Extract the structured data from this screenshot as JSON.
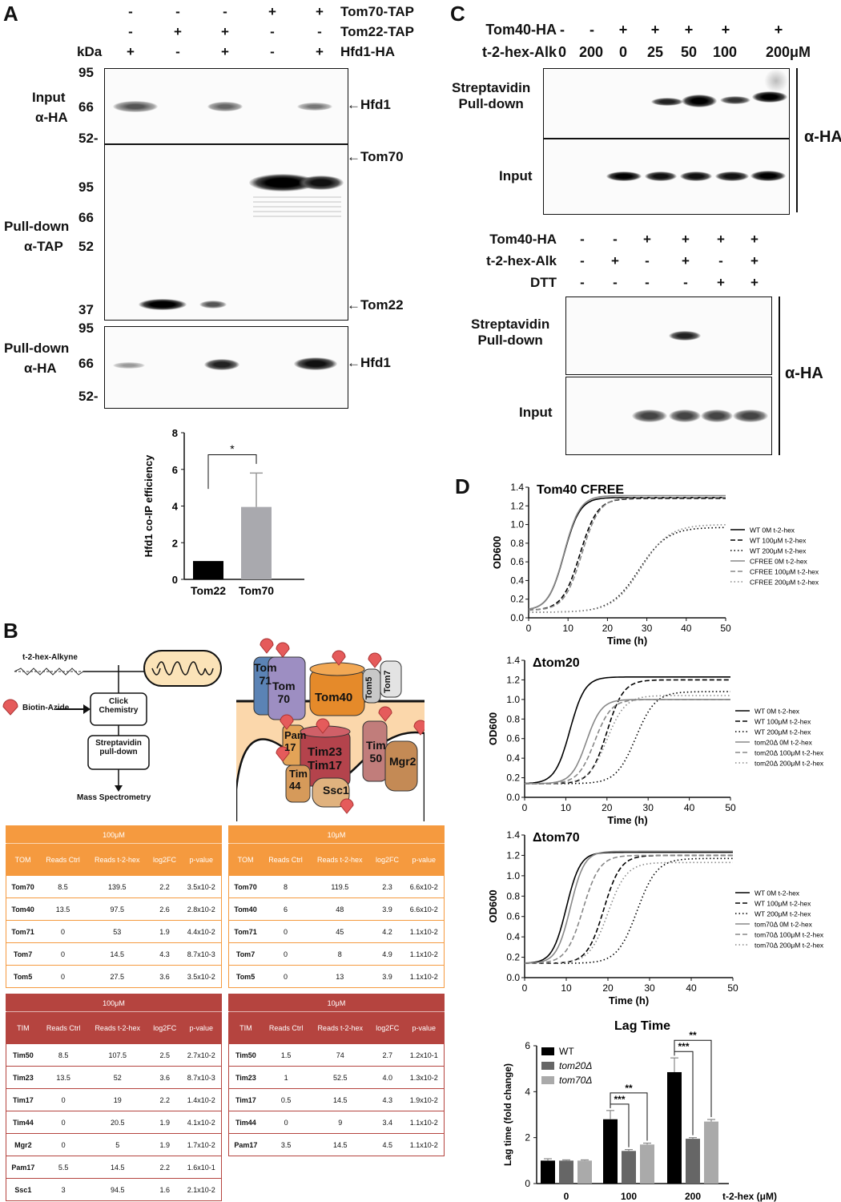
{
  "panels": {
    "a": "A",
    "b": "B",
    "c": "C",
    "d": "D"
  },
  "panelA": {
    "conditions": [
      {
        "name": "Tom70-TAP",
        "values": [
          "-",
          "-",
          "-",
          "+",
          "+"
        ]
      },
      {
        "name": "Tom22-TAP",
        "values": [
          "-",
          "+",
          "+",
          "-",
          "-"
        ]
      },
      {
        "name": "Hfd1-HA",
        "values": [
          "+",
          "-",
          "+",
          "-",
          "+"
        ]
      }
    ],
    "kda": "kDa",
    "blot1": {
      "label1": "Input",
      "label2": "α-HA",
      "markers": [
        "95",
        "66",
        "52-"
      ],
      "arrow": "Hfd1"
    },
    "blot2": {
      "label1": "Pull-down",
      "label2": "α-TAP",
      "markers": [
        "95",
        "66",
        "52",
        "37"
      ],
      "arrows": [
        "Tom70",
        "Tom22"
      ]
    },
    "blot3": {
      "label1": "Pull-down",
      "label2": "α-HA",
      "markers": [
        "95",
        "66",
        "52-"
      ],
      "arrow": "Hfd1"
    },
    "sig": "*"
  },
  "chart_data": [
    {
      "type": "bar",
      "ylabel": "Hfd1 co-IP efficiency",
      "categories": [
        "Tom22",
        "Tom70"
      ],
      "values": [
        1,
        3.95
      ],
      "errors": [
        0,
        1.85
      ],
      "ylim": [
        0,
        8
      ],
      "yticks": [
        "0",
        "2",
        "4",
        "6",
        "8"
      ],
      "colors": [
        "#000000",
        "#a9a9ae"
      ]
    },
    {
      "type": "line",
      "title": "Tom40 CFREE",
      "xlabel": "Time (h)",
      "ylabel": "OD600",
      "xlim": [
        0,
        50
      ],
      "ylim": [
        0,
        1.4
      ],
      "xticks": [
        "0",
        "10",
        "20",
        "30",
        "40",
        "50"
      ],
      "yticks": [
        "0.0",
        "0.2",
        "0.4",
        "0.6",
        "0.8",
        "1.0",
        "1.2",
        "1.4"
      ],
      "series": [
        {
          "name": "WT 0M t-2-hex",
          "color": "#000",
          "dash": "",
          "lag": 9,
          "max": 1.29,
          "y0": 0.08,
          "k": 0.5
        },
        {
          "name": "WT 100μM t-2-hex",
          "color": "#000",
          "dash": "6,3",
          "lag": 13,
          "max": 1.28,
          "y0": 0.08,
          "k": 0.45
        },
        {
          "name": "WT 200μM t-2-hex",
          "color": "#000",
          "dash": "1.5,3",
          "lag": 28,
          "max": 0.97,
          "y0": 0.06,
          "k": 0.28
        },
        {
          "name": "CFREE 0M t-2-hex",
          "color": "#888",
          "dash": "",
          "lag": 9,
          "max": 1.31,
          "y0": 0.08,
          "k": 0.5
        },
        {
          "name": "CFREE 100μM t-2-hex",
          "color": "#888",
          "dash": "6,3",
          "lag": 13.5,
          "max": 1.29,
          "y0": 0.08,
          "k": 0.45
        },
        {
          "name": "CFREE 200μM t-2-hex",
          "color": "#888",
          "dash": "1.5,3",
          "lag": 28.5,
          "max": 1.0,
          "y0": 0.06,
          "k": 0.28
        }
      ]
    },
    {
      "type": "line",
      "title": "Δtom20",
      "xlabel": "Time (h)",
      "ylabel": "OD600",
      "xlim": [
        0,
        50
      ],
      "ylim": [
        0,
        1.4
      ],
      "xticks": [
        "0",
        "10",
        "20",
        "30",
        "40",
        "50"
      ],
      "yticks": [
        "0.0",
        "0.2",
        "0.4",
        "0.6",
        "0.8",
        "1.0",
        "1.2",
        "1.4"
      ],
      "series": [
        {
          "name": "WT 0M t-2-hex",
          "color": "#000",
          "dash": "",
          "lag": 11,
          "max": 1.23,
          "y0": 0.14,
          "k": 0.55
        },
        {
          "name": "WT 100μM t-2-hex",
          "color": "#000",
          "dash": "6,3",
          "lag": 20,
          "max": 1.2,
          "y0": 0.14,
          "k": 0.5
        },
        {
          "name": "WT 200μM t-2-hex",
          "color": "#000",
          "dash": "1.5,3",
          "lag": 27,
          "max": 1.08,
          "y0": 0.14,
          "k": 0.42
        },
        {
          "name": "tom20Δ 0M t-2-hex",
          "color": "#888",
          "dash": "",
          "lag": 15,
          "max": 1.0,
          "y0": 0.14,
          "k": 0.55
        },
        {
          "name": "tom20Δ 100μM t-2-hex",
          "color": "#888",
          "dash": "6,3",
          "lag": 17,
          "max": 1.0,
          "y0": 0.14,
          "k": 0.5
        },
        {
          "name": "tom20Δ 200μM t-2-hex",
          "color": "#888",
          "dash": "1.5,3",
          "lag": 20,
          "max": 1.04,
          "y0": 0.14,
          "k": 0.45
        }
      ]
    },
    {
      "type": "line",
      "title": "Δtom70",
      "xlabel": "Time (h)",
      "ylabel": "OD600",
      "xlim": [
        0,
        50
      ],
      "ylim": [
        0,
        1.4
      ],
      "xticks": [
        "0",
        "10",
        "20",
        "30",
        "40",
        "50"
      ],
      "yticks": [
        "0.0",
        "0.2",
        "0.4",
        "0.6",
        "0.8",
        "1.0",
        "1.2",
        "1.4"
      ],
      "series": [
        {
          "name": "WT 0M t-2-hex",
          "color": "#000",
          "dash": "",
          "lag": 10,
          "max": 1.23,
          "y0": 0.14,
          "k": 0.6
        },
        {
          "name": "WT 100μM t-2-hex",
          "color": "#000",
          "dash": "6,3",
          "lag": 19,
          "max": 1.2,
          "y0": 0.14,
          "k": 0.5
        },
        {
          "name": "WT 200μM t-2-hex",
          "color": "#000",
          "dash": "1.5,3",
          "lag": 27,
          "max": 1.17,
          "y0": 0.14,
          "k": 0.42
        },
        {
          "name": "tom70Δ 0M t-2-hex",
          "color": "#888",
          "dash": "",
          "lag": 11,
          "max": 1.24,
          "y0": 0.14,
          "k": 0.6
        },
        {
          "name": "tom70Δ 100μM t-2-hex",
          "color": "#888",
          "dash": "6,3",
          "lag": 14,
          "max": 1.2,
          "y0": 0.14,
          "k": 0.5
        },
        {
          "name": "tom70Δ 200μM t-2-hex",
          "color": "#888",
          "dash": "1.5,3",
          "lag": 20,
          "max": 1.13,
          "y0": 0.14,
          "k": 0.45
        }
      ]
    },
    {
      "type": "bar",
      "title": "Lag Time",
      "ylabel": "Lag time (fold change)",
      "xlabel": "t-2-hex (μM)",
      "categories": [
        "0",
        "100",
        "200"
      ],
      "ylim": [
        0,
        6
      ],
      "yticks": [
        "0",
        "2",
        "4",
        "6"
      ],
      "series": [
        {
          "name": "WT",
          "color": "#000000",
          "values": [
            1,
            2.8,
            4.85
          ],
          "errors": [
            0.08,
            0.38,
            0.62
          ]
        },
        {
          "name": "tom20Δ",
          "color": "#666666",
          "values": [
            1,
            1.42,
            1.95
          ],
          "errors": [
            0.03,
            0.06,
            0.05
          ]
        },
        {
          "name": "tom70Δ",
          "color": "#aaaaaa",
          "values": [
            1,
            1.7,
            2.7
          ],
          "errors": [
            0.03,
            0.06,
            0.09
          ]
        }
      ],
      "sig": [
        "***",
        "**",
        "***",
        "**"
      ]
    }
  ],
  "panelB": {
    "flow": {
      "alkyne": "t-2-hex-Alkyne",
      "azide": "Biotin-Azide",
      "click1": "Click",
      "click2": "Chemistry",
      "strep1": "Streptavidin",
      "strep2": "pull-down",
      "ms": "Mass Spectrometry"
    },
    "proteins": {
      "tom71a": "Tom",
      "tom71b": "71",
      "tom70a": "Tom",
      "tom70b": "70",
      "tom40": "Tom40",
      "tom5": "Tom5",
      "tom7": "Tom7",
      "pam17a": "Pam",
      "pam17b": "17",
      "tim23": "Tim23",
      "tim17": "Tim17",
      "tim50a": "Tim",
      "tim50b": "50",
      "mgr2": "Mgr2",
      "tim44a": "Tim",
      "tim44b": "44",
      "ssc1": "Ssc1"
    },
    "tables": [
      {
        "conc": "100μM",
        "group": "TOM",
        "headers": [
          "TOM",
          "Reads Ctrl",
          "Reads t-2-hex",
          "log2FC",
          "p-value"
        ],
        "rows": [
          [
            "Tom70",
            "8.5",
            "139.5",
            "2.2",
            "3.5x10-2"
          ],
          [
            "Tom40",
            "13.5",
            "97.5",
            "2.6",
            "2.8x10-2"
          ],
          [
            "Tom71",
            "0",
            "53",
            "1.9",
            "4.4x10-2"
          ],
          [
            "Tom7",
            "0",
            "14.5",
            "4.3",
            "8.7x10-3"
          ],
          [
            "Tom5",
            "0",
            "27.5",
            "3.6",
            "3.5x10-2"
          ]
        ]
      },
      {
        "conc": "10μM",
        "group": "TOM",
        "headers": [
          "TOM",
          "Reads Ctrl",
          "Reads t-2-hex",
          "log2FC",
          "p-value"
        ],
        "rows": [
          [
            "Tom70",
            "8",
            "119.5",
            "2.3",
            "6.6x10-2"
          ],
          [
            "Tom40",
            "6",
            "48",
            "3.9",
            "6.6x10-2"
          ],
          [
            "Tom71",
            "0",
            "45",
            "4.2",
            "1.1x10-2"
          ],
          [
            "Tom7",
            "0",
            "8",
            "4.9",
            "1.1x10-2"
          ],
          [
            "Tom5",
            "0",
            "13",
            "3.9",
            "1.1x10-2"
          ]
        ]
      },
      {
        "conc": "100μM",
        "group": "TIM",
        "headers": [
          "TIM",
          "Reads Ctrl",
          "Reads t-2-hex",
          "log2FC",
          "p-value"
        ],
        "rows": [
          [
            "Tim50",
            "8.5",
            "107.5",
            "2.5",
            "2.7x10-2"
          ],
          [
            "Tim23",
            "13.5",
            "52",
            "3.6",
            "8.7x10-3"
          ],
          [
            "Tim17",
            "0",
            "19",
            "2.2",
            "1.4x10-2"
          ],
          [
            "Tim44",
            "0",
            "20.5",
            "1.9",
            "4.1x10-2"
          ],
          [
            "Mgr2",
            "0",
            "5",
            "1.9",
            "1.7x10-2"
          ],
          [
            "Pam17",
            "5.5",
            "14.5",
            "2.2",
            "1.6x10-1"
          ],
          [
            "Ssc1",
            "3",
            "94.5",
            "1.6",
            "2.1x10-2"
          ]
        ]
      },
      {
        "conc": "10μM",
        "group": "TIM",
        "headers": [
          "TIM",
          "Reads Ctrl",
          "Reads t-2-hex",
          "log2FC",
          "p-value"
        ],
        "rows": [
          [
            "Tim50",
            "1.5",
            "74",
            "2.7",
            "1.2x10-1"
          ],
          [
            "Tim23",
            "1",
            "52.5",
            "4.0",
            "1.3x10-2"
          ],
          [
            "Tim17",
            "0.5",
            "14.5",
            "4.3",
            "1.9x10-2"
          ],
          [
            "Tim44",
            "0",
            "9",
            "3.4",
            "1.1x10-2"
          ],
          [
            "Pam17",
            "3.5",
            "14.5",
            "4.5",
            "1.1x10-2"
          ]
        ]
      }
    ]
  },
  "panelC": {
    "top": {
      "conditions": [
        {
          "name": "Tom40-HA",
          "values": [
            "-",
            "-",
            "+",
            "+",
            "+",
            "+",
            "+"
          ]
        },
        {
          "name": "t-2-hex-Alk",
          "values": [
            "0",
            "200",
            "0",
            "25",
            "50",
            "100",
            "200μM"
          ]
        }
      ],
      "strep1": "Streptavidin",
      "strep2": "Pull-down",
      "input": "Input",
      "antibody": "α-HA"
    },
    "bottom": {
      "conditions": [
        {
          "name": "Tom40-HA",
          "values": [
            "-",
            "-",
            "+",
            "+",
            "+",
            "+"
          ]
        },
        {
          "name": "t-2-hex-Alk",
          "values": [
            "-",
            "+",
            "-",
            "+",
            "-",
            "+"
          ]
        },
        {
          "name": "DTT",
          "values": [
            "-",
            "-",
            "-",
            "-",
            "+",
            "+"
          ]
        }
      ],
      "strep1": "Streptavidin",
      "strep2": "Pull-down",
      "input": "Input",
      "antibody": "α-HA"
    }
  }
}
